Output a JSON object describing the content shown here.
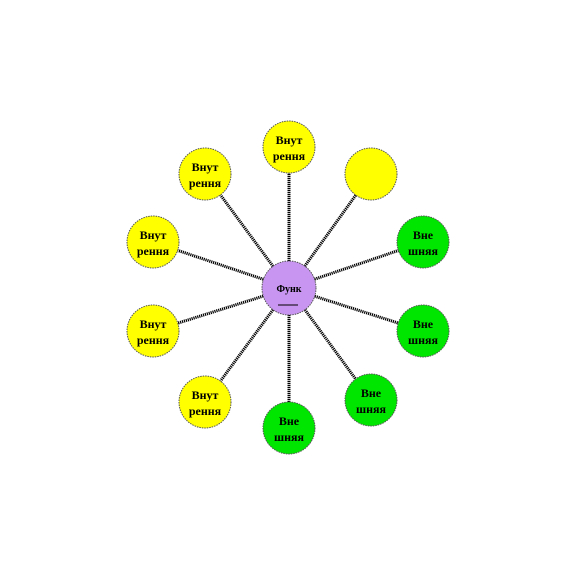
{
  "center": {
    "label": "Функ",
    "color": "#c896f0"
  },
  "colors": {
    "internal": "#ffff00",
    "external": "#00e600"
  },
  "nodes": [
    {
      "id": "node-top",
      "kind": "internal",
      "line1": "Внут",
      "line2": "рення"
    },
    {
      "id": "node-top-right",
      "kind": "internal",
      "line1": "",
      "line2": ""
    },
    {
      "id": "node-right-upper",
      "kind": "external",
      "line1": "Вне",
      "line2": "шняя"
    },
    {
      "id": "node-right-lower",
      "kind": "external",
      "line1": "Вне",
      "line2": "шняя"
    },
    {
      "id": "node-bottom-right",
      "kind": "external",
      "line1": "Вне",
      "line2": "шняя"
    },
    {
      "id": "node-bottom",
      "kind": "external",
      "line1": "Вне",
      "line2": "шняя"
    },
    {
      "id": "node-bottom-left",
      "kind": "internal",
      "line1": "Внут",
      "line2": "рення"
    },
    {
      "id": "node-left-lower",
      "kind": "internal",
      "line1": "Внут",
      "line2": "рення"
    },
    {
      "id": "node-left-upper",
      "kind": "internal",
      "line1": "Внут",
      "line2": "рення"
    },
    {
      "id": "node-top-left",
      "kind": "internal",
      "line1": "Внут",
      "line2": "рення"
    }
  ]
}
